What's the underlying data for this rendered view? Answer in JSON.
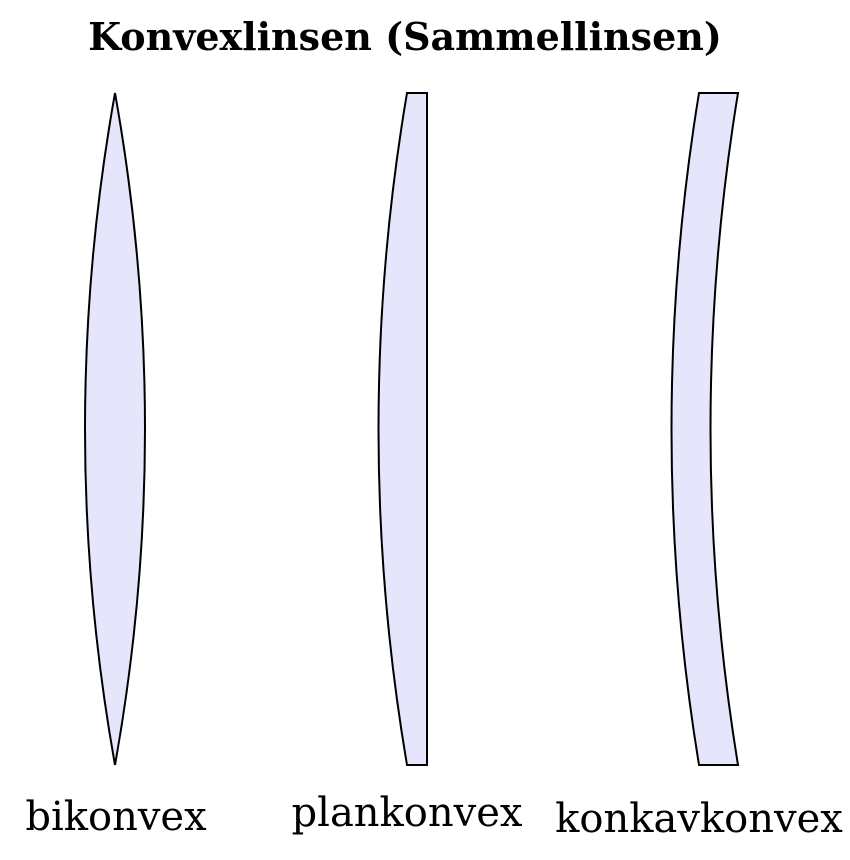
{
  "title": "Konvexlinsen (Sammellinsen)",
  "lens_fill_color": "#e5e5fb",
  "lenses": [
    {
      "label": "bikonvex"
    },
    {
      "label": "plankonvex"
    },
    {
      "label": "konkavkonvex"
    }
  ]
}
